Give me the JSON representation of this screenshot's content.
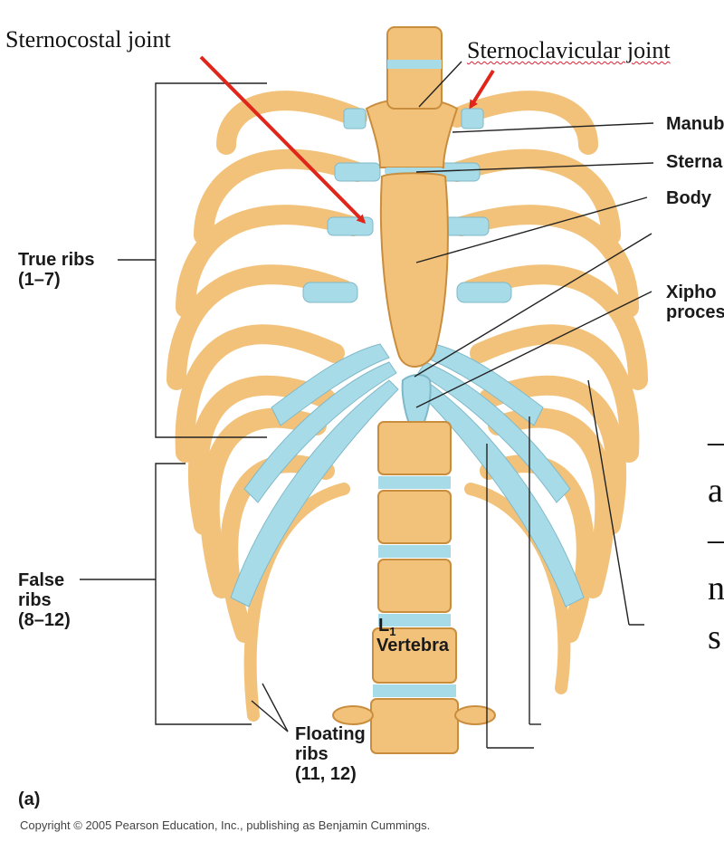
{
  "labels": {
    "sternocostal_joint": "Sternocostal joint",
    "sternoclavicular_joint": "Sternoclavicular joint",
    "manubrium": "Manub",
    "sternal_angle": "Sterna",
    "body": "Body",
    "xiphoid_line1": "Xipho",
    "xiphoid_line2": "proces",
    "true_ribs_line1": "True ribs",
    "true_ribs_line2": "(1–7)",
    "false_ribs_line1": "False",
    "false_ribs_line2": "ribs",
    "false_ribs_line3": "(8–12)",
    "floating_line1": "Floating",
    "floating_line2": "ribs",
    "floating_line3": "(11, 12)",
    "vertebra_l": "L",
    "vertebra_sub": "1",
    "vertebra_word": "Vertebra",
    "panel": "(a)",
    "copyright": "Copyright © 2005 Pearson Education, Inc., publishing as Benjamin Cummings."
  },
  "side_text": {
    "line1": "–",
    "line2": "a",
    "line3": "–",
    "line4": "n",
    "line5": "s"
  },
  "colors": {
    "bone": "#f2c27a",
    "bone_dark": "#c98d3e",
    "cartilage": "#a8dbe8",
    "arrow": "#e0261b"
  }
}
